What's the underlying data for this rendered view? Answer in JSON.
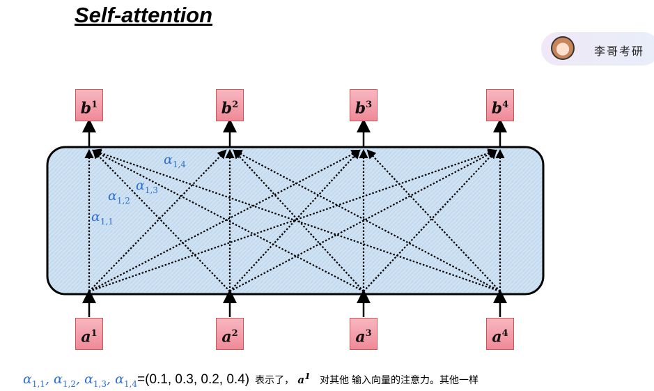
{
  "title": "Self-attention",
  "badge": {
    "text": "李哥考研"
  },
  "outputs": [
    {
      "name": "b",
      "sup": "1"
    },
    {
      "name": "b",
      "sup": "2"
    },
    {
      "name": "b",
      "sup": "3"
    },
    {
      "name": "b",
      "sup": "4"
    }
  ],
  "inputs": [
    {
      "name": "a",
      "sup": "1"
    },
    {
      "name": "a",
      "sup": "2"
    },
    {
      "name": "a",
      "sup": "3"
    },
    {
      "name": "a",
      "sup": "4"
    }
  ],
  "alpha_labels": [
    {
      "sym": "α",
      "sub": "1,1"
    },
    {
      "sym": "α",
      "sub": "1,2"
    },
    {
      "sym": "α",
      "sub": "1,3"
    },
    {
      "sym": "α",
      "sub": "1,4"
    }
  ],
  "caption": {
    "alphas": [
      {
        "sym": "α",
        "sub": "1,1"
      },
      {
        "sym": "α",
        "sub": "1,2"
      },
      {
        "sym": "α",
        "sub": "1,3"
      },
      {
        "sym": "α",
        "sub": "1,4"
      }
    ],
    "values": "=(0.1, 0.3, 0.2, 0.4)",
    "text1": "表示了，",
    "vec": "a",
    "vec_sup": "1",
    "text2": "对其他 输入向量的注意力。其他一样"
  },
  "colors": {
    "alpha": "#2e6fd0",
    "box_fill": "#cfe2f3",
    "vec_fill": "#f29aa6"
  }
}
